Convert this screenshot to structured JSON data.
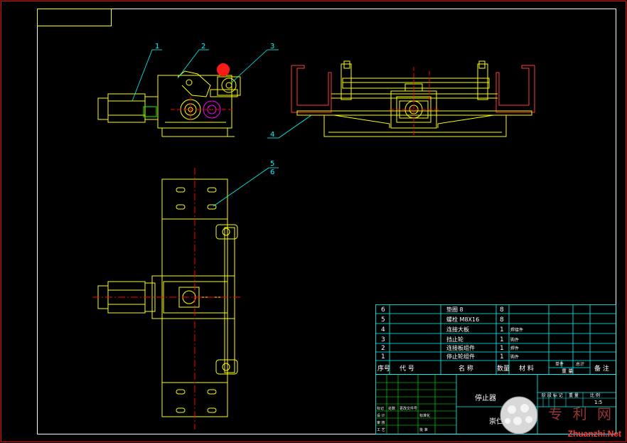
{
  "balloons": [
    "1",
    "2",
    "3",
    "4",
    "5",
    "6"
  ],
  "bom_header": {
    "seq": "序号",
    "code": "代  号",
    "name": "名  称",
    "qty": "数量",
    "material": "材  料",
    "unit_weight": "单件",
    "total_weight": "总计",
    "weight": "重 量",
    "remark": "备 注"
  },
  "bom_rows": [
    {
      "seq": "6",
      "name": "垫圈 8",
      "qty": "8",
      "material": ""
    },
    {
      "seq": "5",
      "name": "螺栓 M8X16",
      "qty": "8",
      "material": ""
    },
    {
      "seq": "4",
      "name": "连接大板",
      "qty": "1",
      "material": "焊接件"
    },
    {
      "seq": "3",
      "name": "挡止轮",
      "qty": "1",
      "material": "购件"
    },
    {
      "seq": "2",
      "name": "连接板组件",
      "qty": "1",
      "material": "焊件"
    },
    {
      "seq": "1",
      "name": "停止轮组件",
      "qty": "1",
      "material": "购件"
    }
  ],
  "title_block": {
    "drawing_name": "停止器",
    "company": "崇仁",
    "stage_label": "阶 段 标 记",
    "weight_label": "重 量",
    "scale_label": "比 例",
    "scale_value": "1:5",
    "row_marks": "标记",
    "row_count": "处数",
    "row_doc": "更改文件号",
    "design": "设 计",
    "check": "审 核",
    "process": "工 艺",
    "std": "标准化",
    "approve": "批 准"
  },
  "watermark": {
    "site": "Zhuanzhi.Net",
    "cn": "专 利 网"
  },
  "colors": {
    "frame": "#ffffff",
    "border_red": "#ff0000",
    "part": "#ffff00",
    "centerline": "#ff0000",
    "leader": "#00ffff",
    "table": "#00ffff",
    "magenta": "#ff00ff",
    "green": "#00ff00"
  }
}
